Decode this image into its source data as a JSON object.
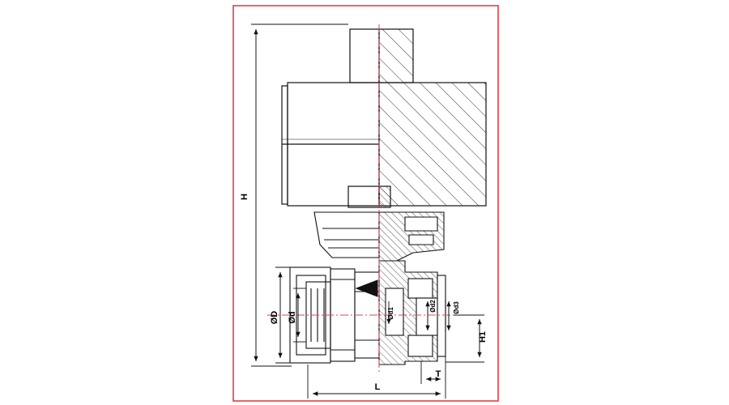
{
  "colors": {
    "frame": "#d9353b",
    "line": "#111111",
    "centerline": "#e0474c",
    "hatch": "#333333",
    "background": "#ffffff"
  },
  "dimensions": {
    "H": "H",
    "D": "ØD",
    "d": "Ød",
    "d1": "Ød1",
    "d2": "Ød2",
    "d3": "Ød3",
    "L": "L",
    "T": "T",
    "H1": "H1"
  }
}
